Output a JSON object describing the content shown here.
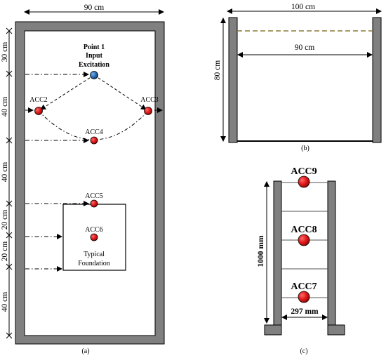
{
  "panel_a": {
    "width_dim": "90 cm",
    "side_dims": [
      "30 cm",
      "40 cm",
      "40 cm",
      "20 cm",
      "20 cm",
      "40 cm"
    ],
    "point1": [
      "Point 1",
      "Input",
      "Excitation"
    ],
    "sensors": [
      "ACC2",
      "ACC3",
      "ACC4",
      "ACC5",
      "ACC6"
    ],
    "foundation": [
      "Typical",
      "Foundation"
    ],
    "caption": "(a)"
  },
  "panel_b": {
    "outer_width": "100 cm",
    "inner_width": "90 cm",
    "height": "80 cm",
    "caption": "(b)"
  },
  "panel_c": {
    "sensors": [
      "ACC9",
      "ACC8",
      "ACC7"
    ],
    "height": "1000 mm",
    "width": "297 mm",
    "caption": "(c)"
  },
  "colors": {
    "sensor_red": "#e01818",
    "input_blue": "#2a6fb8",
    "wall_gray": "#808080",
    "water_line": "#8c7a3a"
  }
}
